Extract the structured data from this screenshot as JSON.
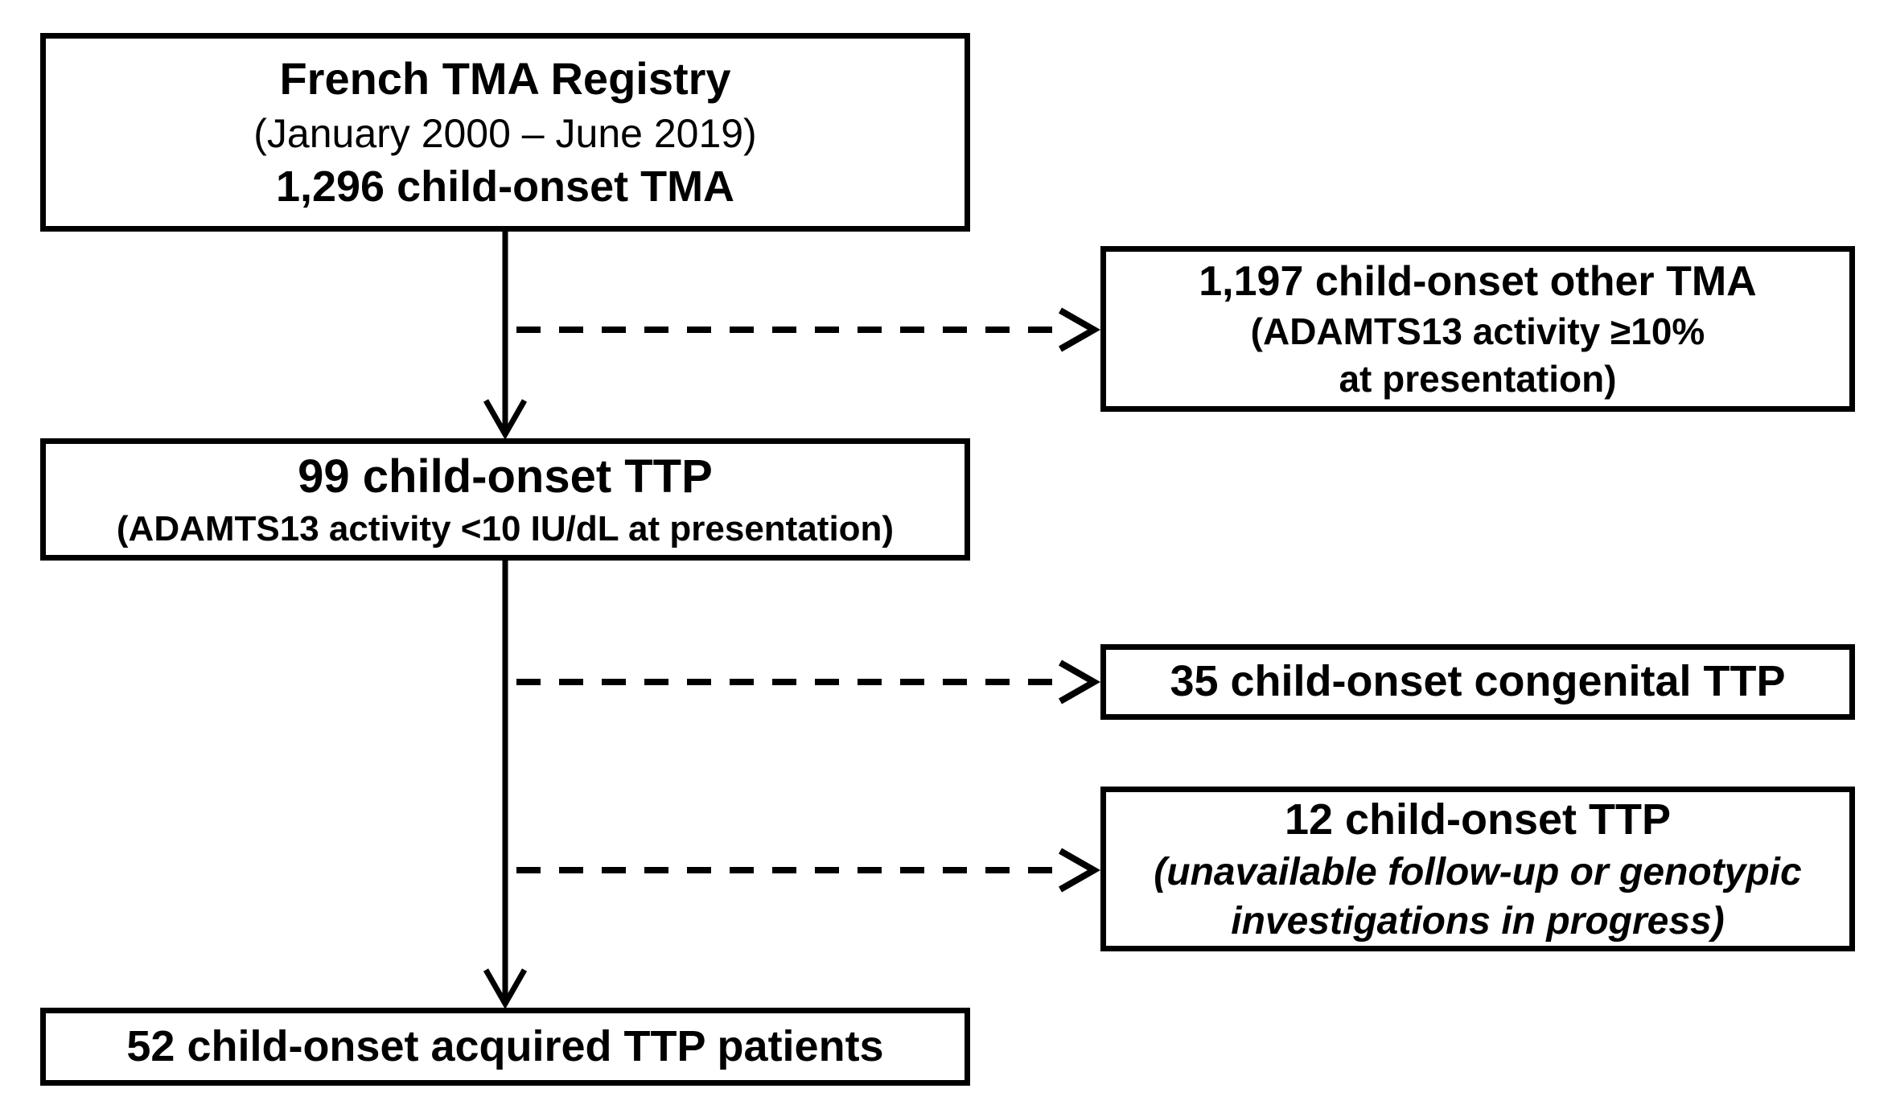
{
  "diagram": {
    "type": "flowchart",
    "nodes": {
      "registry": {
        "line1": "French TMA Registry",
        "line2": "(January 2000 – June 2019)",
        "line3": "1,296 child-onset TMA"
      },
      "other_tma": {
        "line1": "1,197 child-onset other TMA",
        "line2": "(ADAMTS13 activity ≥10%",
        "line3": "at presentation)"
      },
      "child_onset_ttp": {
        "line1": "99 child-onset TTP",
        "line2": "(ADAMTS13 activity <10 IU/dL at presentation)"
      },
      "congenital_ttp": {
        "line1": "35 child-onset congenital TTP"
      },
      "excluded_ttp": {
        "line1": "12 child-onset TTP",
        "line2": "(unavailable follow-up or genotypic",
        "line3": "investigations in progress)"
      },
      "acquired_ttp": {
        "line1": "52 child-onset acquired TTP patients"
      }
    },
    "edges": [
      {
        "from": "registry",
        "to": "child_onset_ttp",
        "style": "solid-arrow-down"
      },
      {
        "from": "registry",
        "to": "other_tma",
        "style": "dashed-arrow-right"
      },
      {
        "from": "child_onset_ttp",
        "to": "congenital_ttp",
        "style": "dashed-arrow-right"
      },
      {
        "from": "child_onset_ttp",
        "to": "excluded_ttp",
        "style": "dashed-arrow-right"
      },
      {
        "from": "child_onset_ttp",
        "to": "acquired_ttp",
        "style": "solid-arrow-down"
      }
    ],
    "colors": {
      "line": "#000000",
      "text": "#000000",
      "box_fill": "#ffffff",
      "background": "#ffffff"
    }
  }
}
